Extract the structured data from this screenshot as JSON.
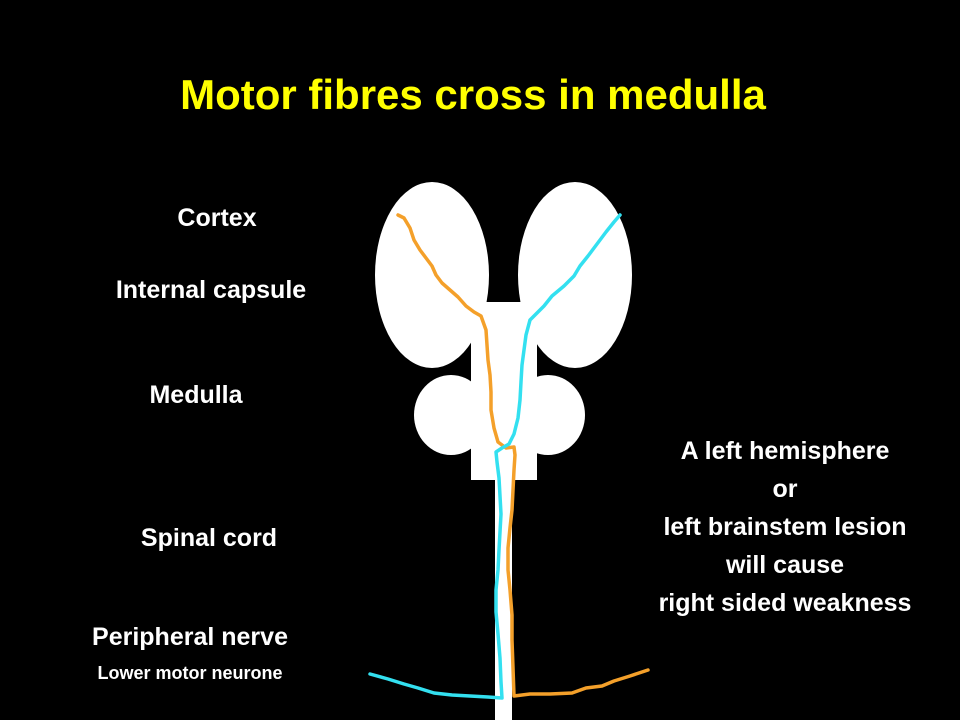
{
  "title": "Motor fibres cross in medulla",
  "labels": {
    "cortex": "Cortex",
    "internal_capsule": "Internal capsule",
    "medulla": "Medulla",
    "spinal_cord": "Spinal cord",
    "peripheral_nerve": "Peripheral nerve",
    "lower_motor_neurone": "Lower motor neurone"
  },
  "note": {
    "line1": "A left hemisphere",
    "line2": "or",
    "line3": "left brainstem lesion",
    "line4": "will cause",
    "line5": "right sided weakness"
  },
  "colors": {
    "background": "#000000",
    "title": "#ffff00",
    "text": "#ffffff",
    "brain": "#ffffff",
    "left_tract": "#f4a02a",
    "right_tract": "#33e0f0"
  }
}
